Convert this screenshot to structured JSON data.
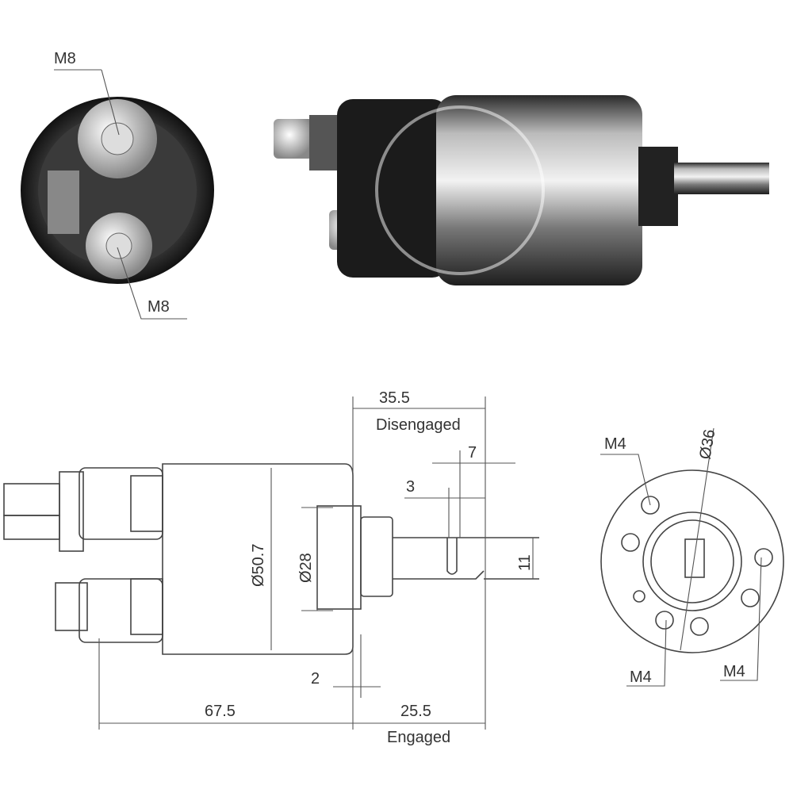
{
  "photo_labels": {
    "top_terminal": "M8",
    "bottom_terminal": "M8"
  },
  "side_view": {
    "disengaged_length": "35.5",
    "disengaged_label": "Disengaged",
    "slot_offset": "7",
    "slot_width": "3",
    "shaft_width": "11",
    "body_diameter": "Ø50.7",
    "plunger_diameter": "Ø28",
    "flange_thickness": "2",
    "body_length": "67.5",
    "engaged_length": "25.5",
    "engaged_label": "Engaged"
  },
  "end_view": {
    "bolt_circle": "Ø36",
    "thread_top": "M4",
    "thread_bottom_left": "M4",
    "thread_bottom_right": "M4"
  }
}
